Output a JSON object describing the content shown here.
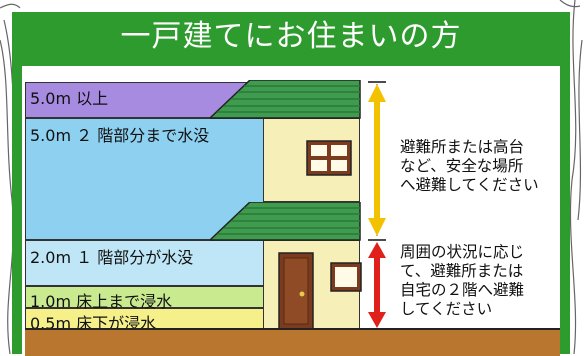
{
  "title": "一戸建てにお住まいの方",
  "levels": [
    {
      "label": "5.0m 以上",
      "color": "#a78be0"
    },
    {
      "label": "5.0m ２ 階部分まで水没",
      "color": "#8ed0f0"
    },
    {
      "label": "2.0m １ 階部分が水没",
      "color": "#bfe6f6"
    },
    {
      "label": "1.0m 床上まで浸水",
      "color": "#c9ea8f"
    },
    {
      "label": "0.5m 床下が浸水",
      "color": "#f5f08a"
    }
  ],
  "advice_upper": "避難所または高台\nなど、安全な場所\nへ避難してください",
  "advice_lower": "周囲の状況に応じ\nて、避難所または\n自宅の２階へ避難\nしてください",
  "colors": {
    "frame": "#2e9b2e",
    "roof": "#3f9b4e",
    "wall": "#f6f0b8",
    "ground": "#b8762e",
    "arrow_upper": "#f2c200",
    "arrow_lower": "#e0201a"
  }
}
